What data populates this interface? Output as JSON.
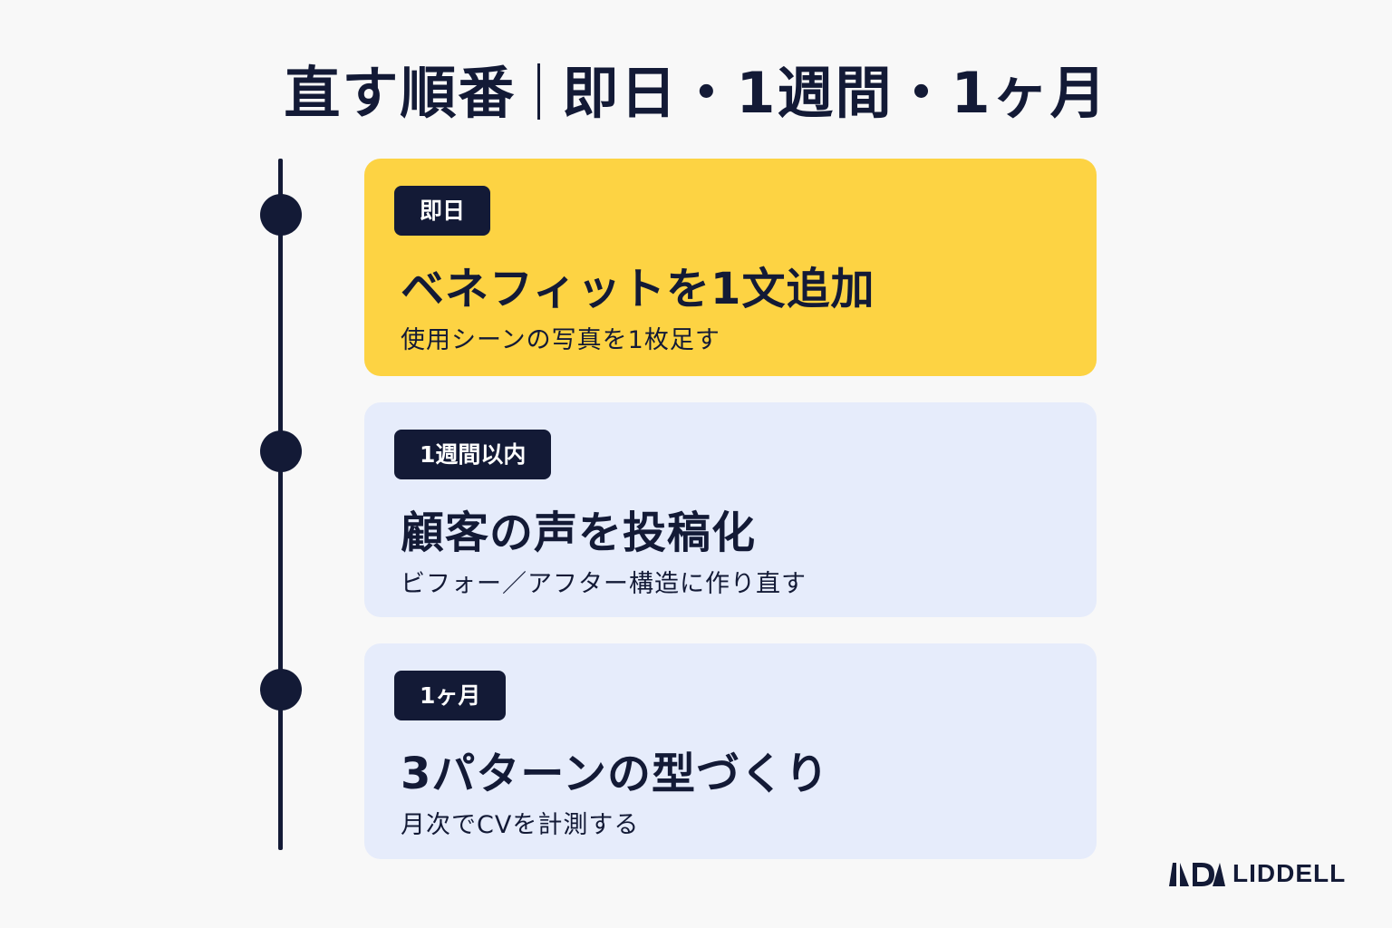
{
  "title": {
    "left": "直す順番",
    "right": "即日・1週間・1ヶ月"
  },
  "steps": [
    {
      "badge": "即日",
      "heading": "ベネフィットを1文追加",
      "sub": "使用シーンの写真を1枚足す",
      "style": "highlight"
    },
    {
      "badge": "1週間以内",
      "heading": "顧客の声を投稿化",
      "sub": "ビフォー／アフター構造に作り直す",
      "style": "normal"
    },
    {
      "badge": "1ヶ月",
      "heading": "3パターンの型づくり",
      "sub": "月次でCVを計測する",
      "style": "normal"
    }
  ],
  "colors": {
    "navy": "#131a36",
    "highlight": "#fdd343",
    "card": "#e6ecfb",
    "background": "#f8f8f8"
  },
  "logo": {
    "icon": "liddell-logo-icon",
    "text": "LIDDELL"
  }
}
